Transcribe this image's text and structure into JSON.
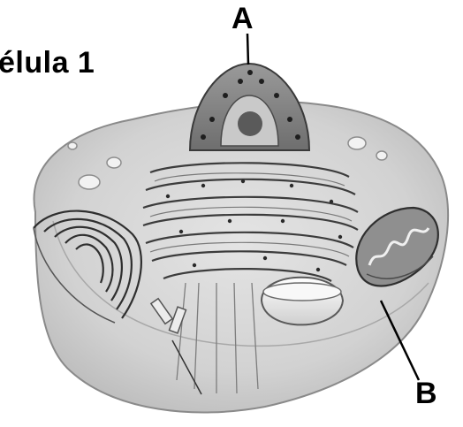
{
  "figure": {
    "title": "élula 1",
    "labels": {
      "a": "A",
      "b": "B"
    }
  }
}
